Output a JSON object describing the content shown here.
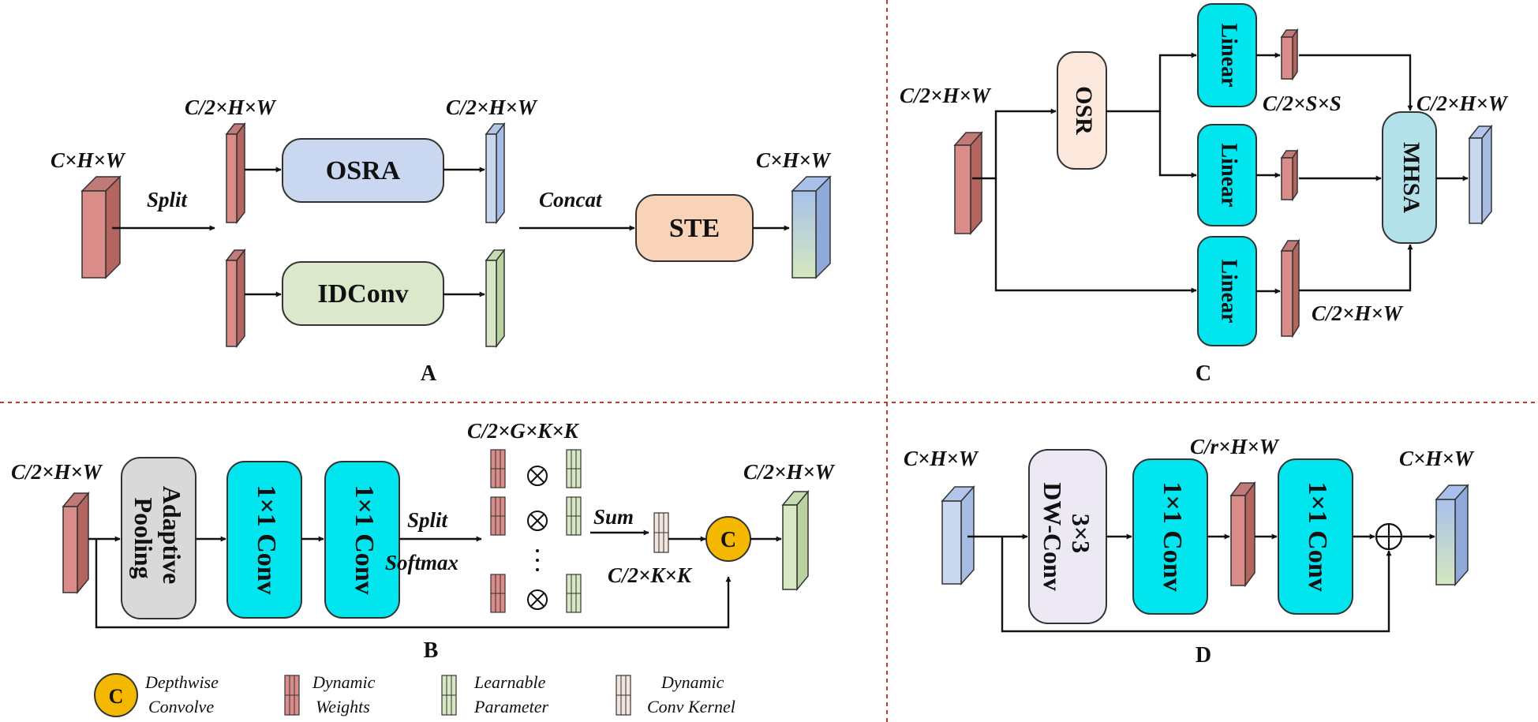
{
  "panels": {
    "a": {
      "label": "A",
      "dims": {
        "input": "C×H×W",
        "top": "C/2×H×W",
        "top_out": "C/2×H×W",
        "output": "C×H×W"
      },
      "ops": {
        "split": "Split",
        "concat": "Concat"
      },
      "blocks": {
        "osra": "OSRA",
        "idconv": "IDConv",
        "ste": "STE"
      }
    },
    "b": {
      "label": "B",
      "dims": {
        "input": "C/2×H×W",
        "weights": "C/2×G×K×K",
        "kernel": "C/2×K×K",
        "output": "C/2×H×W"
      },
      "ops": {
        "split": "Split",
        "softmax": "Softmax",
        "sum": "Sum",
        "multiply": "⊗",
        "ellipsis": "⋮"
      },
      "blocks": {
        "pool": "Adaptive Pooling",
        "conv1": "1×1 Conv",
        "conv2": "1×1 Conv",
        "convolve": "C"
      }
    },
    "c": {
      "label": "C",
      "dims": {
        "input": "C/2×H×W",
        "kv": "C/2×S×S",
        "output": "C/2×H×W",
        "query": "C/2×H×W"
      },
      "blocks": {
        "osr": "OSR",
        "linear1": "Linear",
        "linear2": "Linear",
        "linear3": "Linear",
        "mhsa": "MHSA"
      }
    },
    "d": {
      "label": "D",
      "dims": {
        "input": "C×H×W",
        "mid": "C/r×H×W",
        "output": "C×H×W"
      },
      "blocks": {
        "dwconv_line1": "3×3",
        "dwconv_line2": "DW-Conv",
        "conv1": "1×1 Conv",
        "conv2": "1×1 Conv",
        "add": "⊕"
      }
    }
  },
  "legend": {
    "convolve_symbol": "C",
    "convolve_line1": "Depthwise",
    "convolve_line2": "Convolve",
    "dynamic_weights_line1": "Dynamic",
    "dynamic_weights_line2": "Weights",
    "learnable_line1": "Learnable",
    "learnable_line2": "Parameter",
    "kernel_line1": "Dynamic",
    "kernel_line2": "Conv Kernel"
  },
  "colors": {
    "red_tensor": "#d98c88",
    "blue_tensor": "#c9d7ef",
    "green_tensor": "#d8e7c4",
    "osra_fill": "#c9d8f0",
    "idconv_fill": "#dbe8cc",
    "ste_fill": "#f8d3b8",
    "osr_fill": "#fbe7dc",
    "cyan_block": "#00e5ee",
    "mhsa_fill": "#b2e1ea",
    "pool_fill": "#d9d9d9",
    "dwconv_fill": "#ece8f4",
    "convolve_fill": "#f5b800",
    "divider": "#c0392b"
  }
}
